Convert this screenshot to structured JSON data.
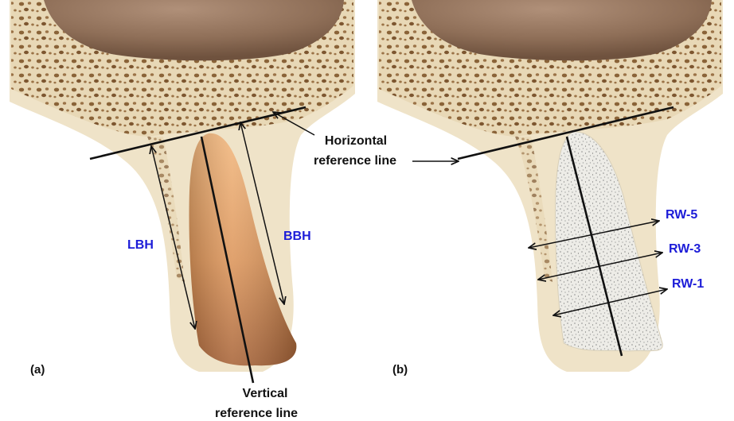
{
  "panels": {
    "a": {
      "label": "(a)"
    },
    "b": {
      "label": "(b)"
    }
  },
  "annotations": {
    "horizontal_reference_line": [
      "Horizontal",
      "reference line"
    ],
    "vertical_reference_line": [
      "Vertical",
      "reference line"
    ],
    "lbh": "LBH",
    "bbh": "BBH",
    "rw5": "RW-5",
    "rw3": "RW-3",
    "rw1": "RW-1"
  },
  "colors": {
    "cortical_bone": "#efe3c8",
    "sinus": "#9a7a62",
    "pore": "#8a6338",
    "tooth": "#d99a5e",
    "graft": "#ecebe6",
    "label_blue": "#1c1cd8"
  }
}
